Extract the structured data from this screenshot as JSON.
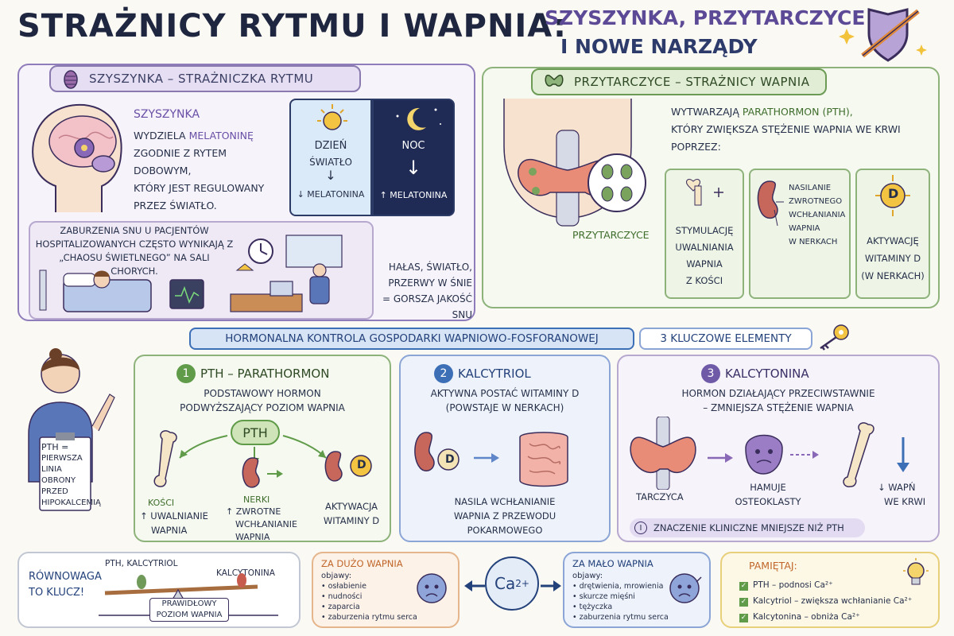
{
  "title": {
    "main": "STRAŻNICY RYTMU I WAPNIA:",
    "sub1": "SZYSZYNKA, PRZYTARCZYCE",
    "sub2": "I NOWE NARZĄDY"
  },
  "pineal": {
    "header": "SZYSZYNKA – STRAŻNICZKA RYTMU",
    "label": "SZYSZYNKA",
    "text_a": "WYDZIELA",
    "text_hl": "MELATONINĘ",
    "text_b": "ZGODNIE Z RYTEM DOBOWYM,",
    "text_c": "KTÓRY JEST REGULOWANY",
    "text_d": "PRZEZ ŚWIATŁO.",
    "day": "DZIEŃ",
    "day_sub": "ŚWIATŁO",
    "day_mel": "↓ MELATONINA",
    "night": "NOC",
    "night_mel": "↑ MELATONINA",
    "ward_text": "ZABURZENIA SNU U PACJENTÓW HOSPITALIZOWANYCH CZĘSTO WYNIKAJĄ Z „CHAOSU ŚWIETLNEGO” NA SALI CHORYCH.",
    "noise_1": "HAŁAS, ŚWIATŁO,",
    "noise_2": "PRZERWY W ŚNIE",
    "noise_3": "= GORSZA JAKOŚĆ SNU"
  },
  "parathyroid": {
    "header": "PRZYTARCZYCE – STRAŻNICY WAPNIA",
    "intro_a": "WYTWARZAJĄ",
    "intro_hl": "PARATHORMON (PTH),",
    "intro_b": "KTÓRY ZWIĘKSZA STĘŻENIE WAPNIA WE KRWI",
    "intro_c": "POPRZEZ:",
    "organ_label": "PRZYTARCZYCE",
    "box1": [
      "STYMULACJĘ",
      "UWALNIANIA",
      "WAPNIA",
      "Z KOŚCI"
    ],
    "box2": [
      "NASILANIE",
      "ZWROTNEGO",
      "WCHŁANIANIA",
      "WAPNIA",
      "W NERKACH"
    ],
    "box3": [
      "AKTYWACJĘ",
      "WITAMINY D",
      "(W NERKACH)"
    ],
    "vitd_letter": "D"
  },
  "control": {
    "banner": "HORMONALNA KONTROLA GOSPODARKI WAPNIOWO-FOSFORANOWEJ",
    "key_elements": "3 KLUCZOWE ELEMENTY"
  },
  "nurse_card": [
    "PTH =",
    "PIERWSZA",
    "LINIA OBRONY",
    "PRZED",
    "HIPOKALCEMIĄ"
  ],
  "pth": {
    "num": "1",
    "title": "PTH – PARATHORMON",
    "desc": [
      "PODSTAWOWY HORMON",
      "PODWYŻSZAJĄCY POZIOM WAPNIA"
    ],
    "center": "PTH",
    "bone_label": "KOŚCI",
    "bone_effect": [
      "↑ UWALNIANIE",
      "WAPNIA"
    ],
    "kidney_label": "NERKI",
    "kidney_effect": [
      "↑ ZWROTNE",
      "WCHŁANIANIE",
      "WAPNIA"
    ],
    "vitd_effect": [
      "AKTYWACJA",
      "WITAMINY D"
    ],
    "vitd_letter": "D"
  },
  "calcitriol": {
    "num": "2",
    "title": "KALCYTRIOL",
    "desc": [
      "AKTYWNA POSTAĆ WITAMINY D",
      "(POWSTAJE W NERKACH)"
    ],
    "effect": [
      "NASILA WCHŁANIANIE",
      "WAPNIA Z PRZEWODU",
      "POKARMOWEGO"
    ],
    "vitd_letter": "D"
  },
  "calcitonin": {
    "num": "3",
    "title": "KALCYTONINA",
    "desc": [
      "HORMON DZIAŁAJĄCY PRZECIWSTAWNIE",
      "– ZMNIEJSZA STĘŻENIE WAPNIA"
    ],
    "thyroid_label": "TARCZYCA",
    "osteo_label": [
      "HAMUJE",
      "OSTEOKLASTY"
    ],
    "ca_label": [
      "↓ WAPŃ",
      "WE KRWI"
    ],
    "note": "ZNACZENIE KLINICZNE MNIEJSZE NIŻ PTH"
  },
  "balance": {
    "text": [
      "RÓWNOWAGA",
      "TO KLUCZ!"
    ],
    "left": "PTH, KALCYTRIOL",
    "right": "KALCYTONINA",
    "base": [
      "PRAWIDŁOWY",
      "POZIOM WAPNIA"
    ]
  },
  "hyper": {
    "title": "ZA DUŻO WAPNIA",
    "label": "objawy:",
    "items": [
      "osłabienie",
      "nudności",
      "zaparcia",
      "zaburzenia rytmu serca"
    ]
  },
  "calcium": {
    "symbol": "Ca",
    "charge": "2+"
  },
  "hypo": {
    "title": "ZA MAŁO WAPNIA",
    "label": "objawy:",
    "items": [
      "drętwienia, mrowienia",
      "skurcze mięśni",
      "tężyczka",
      "zaburzenia rytmu serca"
    ]
  },
  "remember": {
    "title": "PAMIĘTAJ:",
    "items": [
      "PTH – podnosi Ca²⁺",
      "Kalcytriol – zwiększa wchłanianie Ca²⁺",
      "Kalcytonina – obniża Ca²⁺"
    ]
  },
  "colors": {
    "purple": "#5d4a96",
    "green": "#4f8a3a",
    "blue": "#3d6fb7",
    "navy": "#26304a",
    "orange": "#e39b55"
  }
}
